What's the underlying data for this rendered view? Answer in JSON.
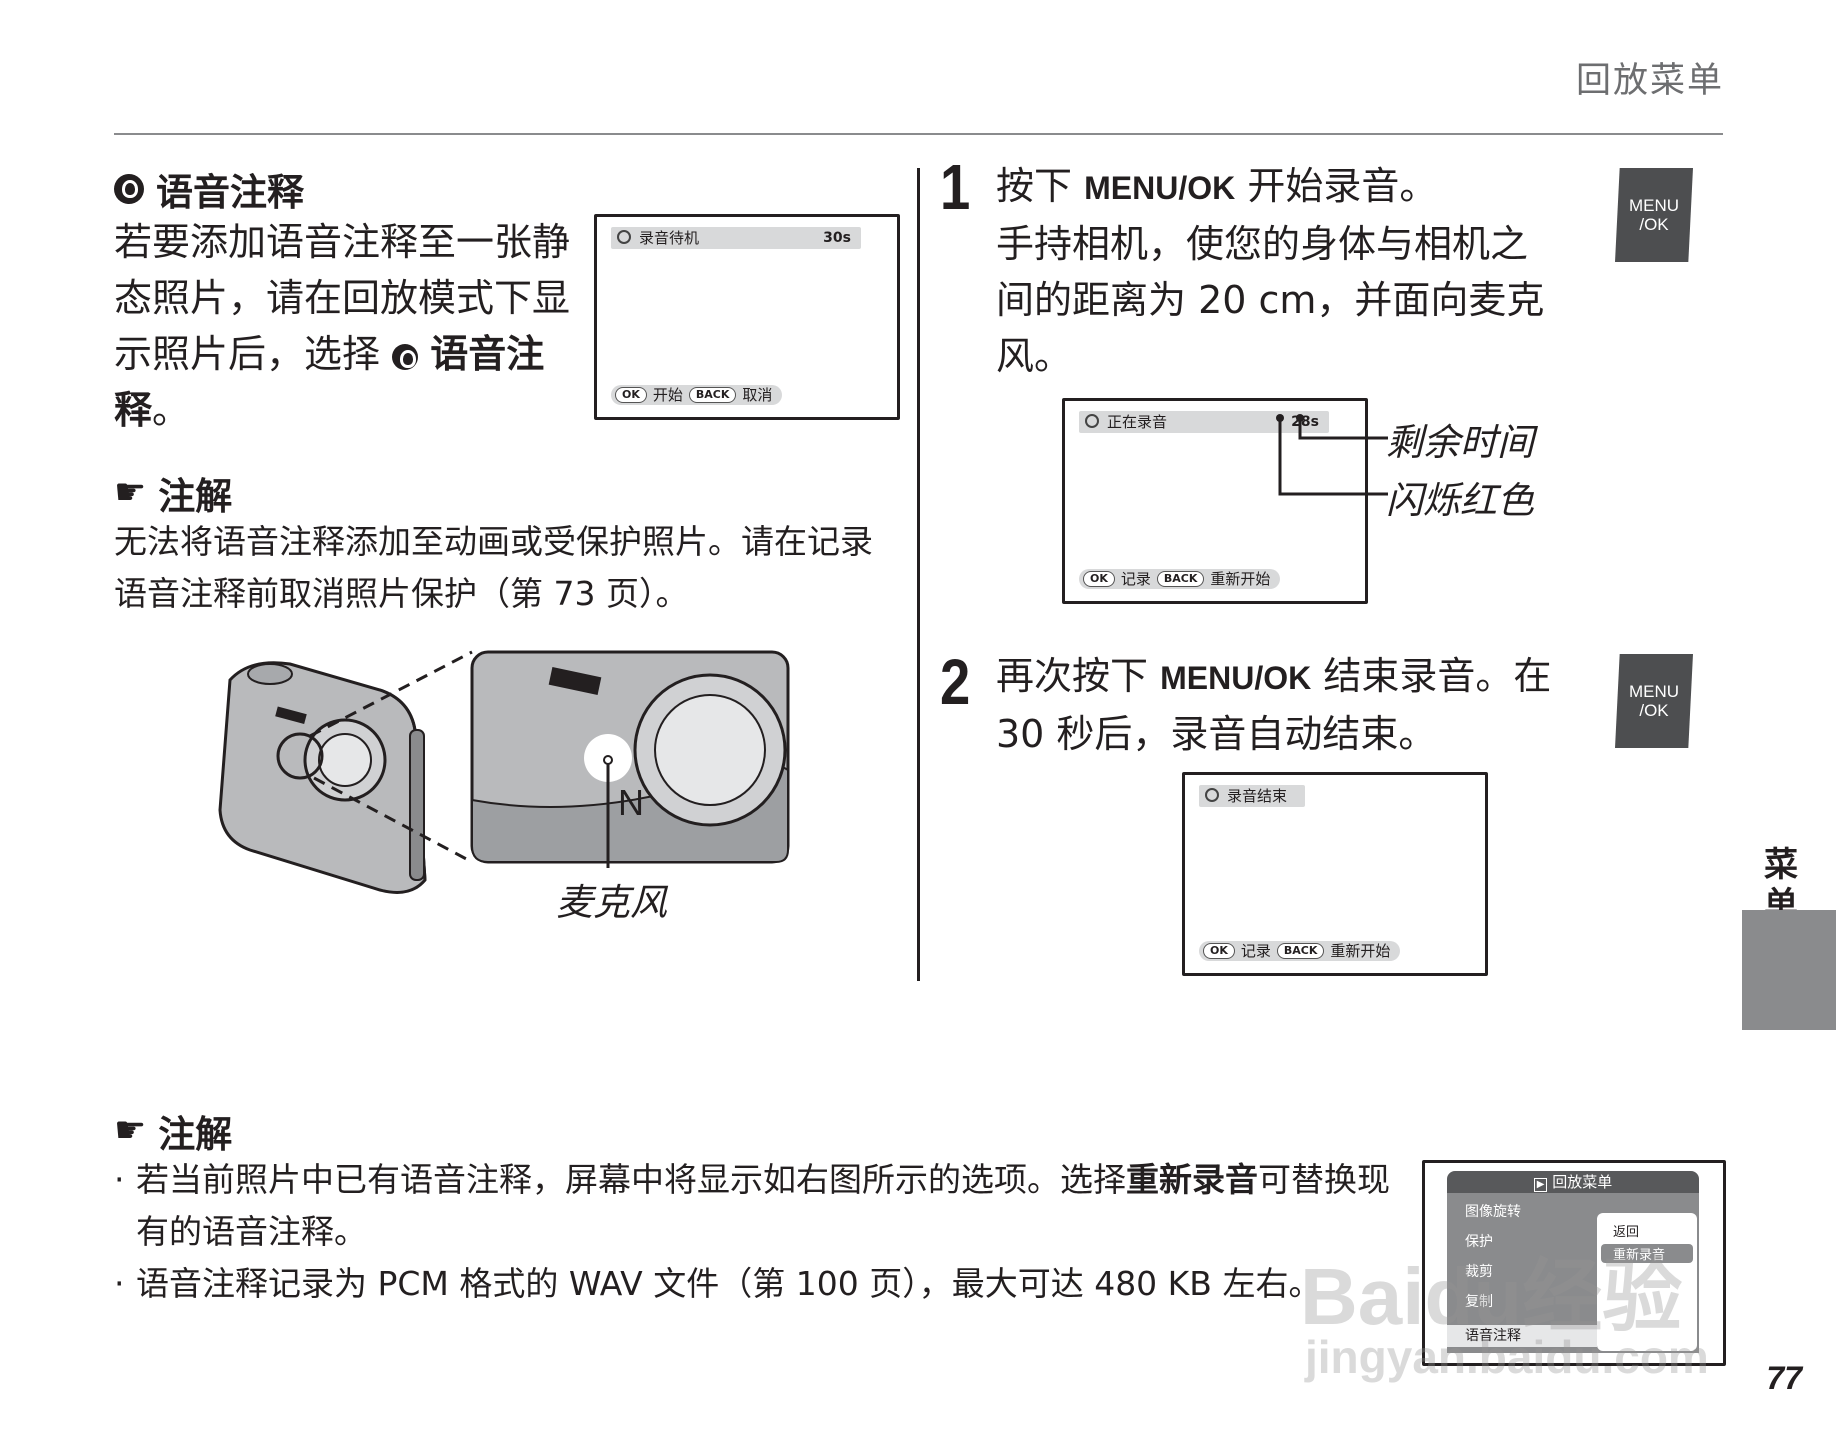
{
  "header": {
    "title": "回放菜单"
  },
  "left": {
    "section_title": "语音注释",
    "intro_text": "若要添加语音注释至一张静态照片，请在回放模式下显示照片后，选择",
    "intro_target": "语音注释",
    "intro_end": "。",
    "screen1": {
      "title": "录音待机",
      "time": "30s",
      "btn_ok": "OK",
      "btn_ok_label": "开始",
      "btn_back": "BACK",
      "btn_back_label": "取消"
    },
    "note_title": "注解",
    "note_text": "无法将语音注释添加至动画或受保护照片。请在记录语音注释前取消照片保护（第 73 页）。",
    "camera_callout": "麦克风"
  },
  "right": {
    "step1": {
      "num": "1",
      "line1_pre": "按下",
      "line1_key": "MENU/OK",
      "line1_post": "开始录音。",
      "body": "手持相机，使您的身体与相机之间的距离为 20 cm，并面向麦克风。"
    },
    "screen2": {
      "title": "正在录音",
      "time": "28s",
      "btn_ok": "OK",
      "btn_ok_label": "记录",
      "btn_back": "BACK",
      "btn_back_label": "重新开始"
    },
    "callout_remaining": "剩余时间",
    "callout_blink": "闪烁红色",
    "step2": {
      "num": "2",
      "line1_pre": "再次按下",
      "line1_key": "MENU/OK",
      "line1_post": "结束录音。在 30 秒后，录音自动结束。"
    },
    "screen3": {
      "title": "录音结束",
      "btn_ok": "OK",
      "btn_ok_label": "记录",
      "btn_back": "BACK",
      "btn_back_label": "重新开始"
    },
    "menu_ok_line1": "MENU",
    "menu_ok_line2": "/OK"
  },
  "bottom_note": {
    "title": "注解",
    "bullet1_pre": "若当前照片中已有语音注释，屏幕中将显示如右图所示的选项。选择",
    "bullet1_bold": "重新录音",
    "bullet1_post": "可替换现有的语音注释。",
    "bullet2": "语音注释记录为 PCM 格式的 WAV 文件（第 100 页），最大可达 480 KB 左右。",
    "menu_screen": {
      "title": "回放菜单",
      "items": [
        "图像旋转",
        "保护",
        "裁剪",
        "复制",
        "语音注释"
      ],
      "popup": [
        "返回",
        "重新录音"
      ]
    }
  },
  "side_tab": {
    "label": "菜单"
  },
  "page_number": "77",
  "watermark": {
    "line1": "Baidu经验",
    "line2": "jingyan.baidu.com"
  }
}
